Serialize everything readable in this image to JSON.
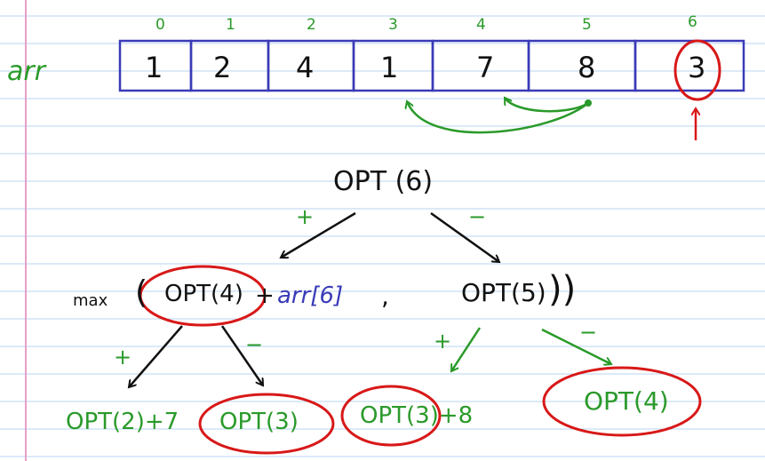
{
  "colors": {
    "rule_line": "#b8d6f0",
    "margin_line": "#e6a0c8",
    "ink_black": "#111111",
    "ink_green": "#2a9a2a",
    "ink_red": "#d81818",
    "ink_blue": "#3a3ab8"
  },
  "array": {
    "name": "arr",
    "indices": [
      "0",
      "1",
      "2",
      "3",
      "4",
      "5",
      "6"
    ],
    "values": [
      "1",
      "2",
      "4",
      "1",
      "7",
      "8",
      "3"
    ]
  },
  "tree": {
    "root": "OPT (6)",
    "plus_sign": "+",
    "minus_sign": "−",
    "max_word": "max",
    "open_paren": "(",
    "opt4_left": "OPT(4)",
    "plus_mid": "+",
    "arr6": "arr[6]",
    "comma": ",",
    "opt5": "OPT(5)",
    "close_parens": "))",
    "opt4_plus_sign": "+",
    "opt4_minus_sign": "−",
    "opt5_plus_sign": "+",
    "opt5_minus_sign": "−",
    "leaf_opt2": "OPT(2)+7",
    "leaf_opt3_a": "OPT(3)",
    "leaf_opt3_b": "OPT(3)+8",
    "leaf_opt4": "OPT(4)"
  }
}
